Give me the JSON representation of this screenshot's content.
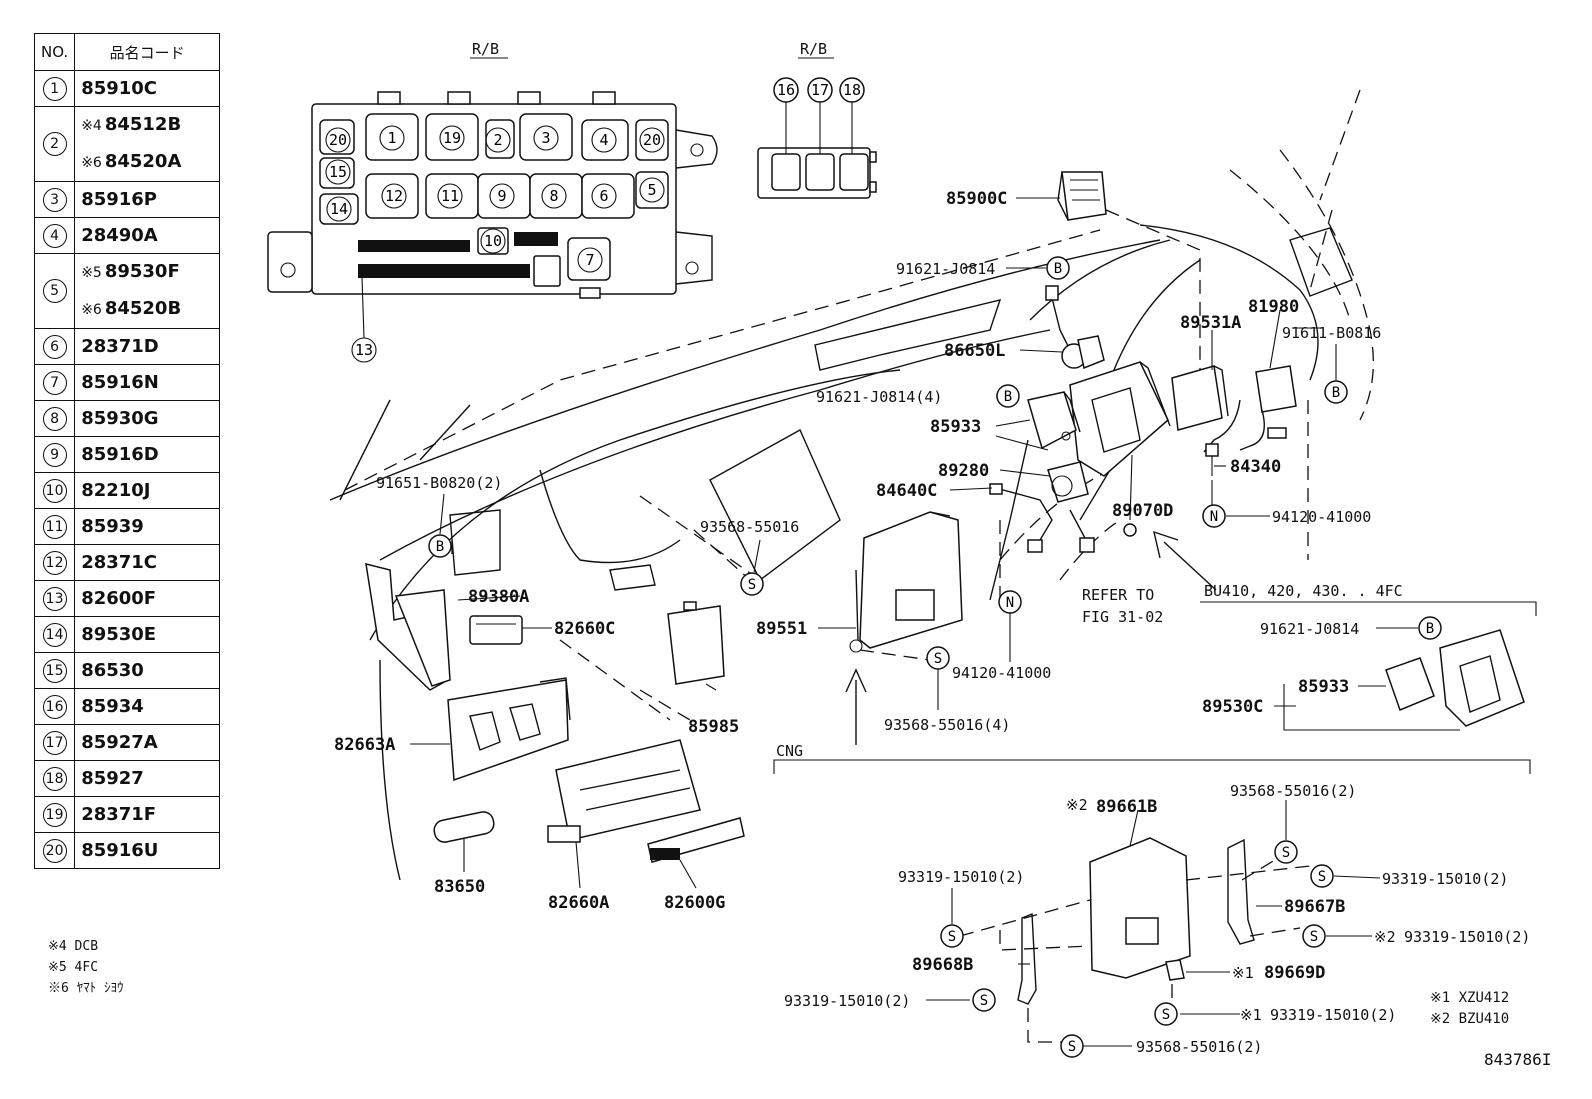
{
  "legend": {
    "header_no": "NO.",
    "header_code": "品名コード",
    "rows": [
      {
        "no": "1",
        "codes": [
          {
            "mark": "",
            "code": "85910C"
          }
        ]
      },
      {
        "no": "2",
        "codes": [
          {
            "mark": "※4",
            "code": "84512B"
          },
          {
            "mark": "※6",
            "code": "84520A"
          }
        ]
      },
      {
        "no": "3",
        "codes": [
          {
            "mark": "",
            "code": "85916P"
          }
        ]
      },
      {
        "no": "4",
        "codes": [
          {
            "mark": "",
            "code": "28490A"
          }
        ]
      },
      {
        "no": "5",
        "codes": [
          {
            "mark": "※5",
            "code": "89530F"
          },
          {
            "mark": "※6",
            "code": "84520B"
          }
        ]
      },
      {
        "no": "6",
        "codes": [
          {
            "mark": "",
            "code": "28371D"
          }
        ]
      },
      {
        "no": "7",
        "codes": [
          {
            "mark": "",
            "code": "85916N"
          }
        ]
      },
      {
        "no": "8",
        "codes": [
          {
            "mark": "",
            "code": "85930G"
          }
        ]
      },
      {
        "no": "9",
        "codes": [
          {
            "mark": "",
            "code": "85916D"
          }
        ]
      },
      {
        "no": "10",
        "codes": [
          {
            "mark": "",
            "code": "82210J"
          }
        ]
      },
      {
        "no": "11",
        "codes": [
          {
            "mark": "",
            "code": "85939"
          }
        ]
      },
      {
        "no": "12",
        "codes": [
          {
            "mark": "",
            "code": "28371C"
          }
        ]
      },
      {
        "no": "13",
        "codes": [
          {
            "mark": "",
            "code": "82600F"
          }
        ]
      },
      {
        "no": "14",
        "codes": [
          {
            "mark": "",
            "code": "89530E"
          }
        ]
      },
      {
        "no": "15",
        "codes": [
          {
            "mark": "",
            "code": "86530"
          }
        ]
      },
      {
        "no": "16",
        "codes": [
          {
            "mark": "",
            "code": "85934"
          }
        ]
      },
      {
        "no": "17",
        "codes": [
          {
            "mark": "",
            "code": "85927A"
          }
        ]
      },
      {
        "no": "18",
        "codes": [
          {
            "mark": "",
            "code": "85927"
          }
        ]
      },
      {
        "no": "19",
        "codes": [
          {
            "mark": "",
            "code": "28371F"
          }
        ]
      },
      {
        "no": "20",
        "codes": [
          {
            "mark": "",
            "code": "85916U"
          }
        ]
      }
    ]
  },
  "rb_labels": {
    "main": "R/B",
    "small": "R/B"
  },
  "rb_main_slots": {
    "s20a": "20",
    "s1": "1",
    "s19": "19",
    "s2": "2",
    "s3": "3",
    "s4": "4",
    "s20b": "20",
    "s15": "15",
    "s12": "12",
    "s11": "11",
    "s9": "9",
    "s8": "8",
    "s6": "6",
    "s5": "5",
    "s14": "14",
    "s10": "10",
    "s7": "7",
    "s13": "13"
  },
  "rb_small_slots": {
    "s16": "16",
    "s17": "17",
    "s18": "18"
  },
  "parts": {
    "p85900C": "85900C",
    "p91621_J0814_top": "91621-J0814",
    "p86650L": "86650L",
    "p89531A": "89531A",
    "p81980": "81980",
    "p91611_B0816": "91611-B0816",
    "p91621_J0814_4": "91621-J0814(4)",
    "p85933_main": "85933",
    "p89280": "89280",
    "p84640C": "84640C",
    "p84340": "84340",
    "p89070D": "89070D",
    "p94120_41000_right": "94120-41000",
    "p91651_B0820_2": "91651-B0820(2)",
    "p93568_55016": "93568-55016",
    "p89380A": "89380A",
    "p82660C": "82660C",
    "p89551": "89551",
    "p94120_41000_mid": "94120-41000",
    "p89530C": "89530C",
    "p85933_sub": "85933",
    "p91621_J0814_sub": "91621-J0814",
    "p82663A": "82663A",
    "p85985": "85985",
    "p93568_55016_4": "93568-55016(4)",
    "p83650": "83650",
    "p82660A": "82660A",
    "p82600G": "82600G",
    "p89661B": "89661B",
    "p93568_55016_2_top": "93568-55016(2)",
    "p93319_15010_2_a": "93319-15010(2)",
    "p93319_15010_2_b": "93319-15010(2)",
    "p89667B": "89667B",
    "p93319_15010_2_c": "93319-15010(2)",
    "p89668B": "89668B",
    "p89669D": "89669D",
    "p93319_15010_2_d": "93319-15010(2)",
    "p93319_15010_2_e": "93319-15010(2)",
    "p93568_55016_2_bottom": "93568-55016(2)"
  },
  "marks": {
    "m2": "※2",
    "m2b": "※2",
    "m1": "※1",
    "m1b": "※1"
  },
  "callouts": {
    "refer_1": "REFER TO",
    "refer_2": "FIG 31-02",
    "bu_note": "BU410, 420, 430. . 4FC",
    "cng": "CNG"
  },
  "fastener_letters": {
    "b": "B",
    "s": "S",
    "n": "N"
  },
  "notes_left": [
    "※4 DCB",
    "※5 4FC",
    "※6 ﾔﾏﾄ ｼﾖｳ"
  ],
  "notes_right": [
    "※1 XZU412",
    "※2 BZU410"
  ],
  "figure_id": "843786I"
}
